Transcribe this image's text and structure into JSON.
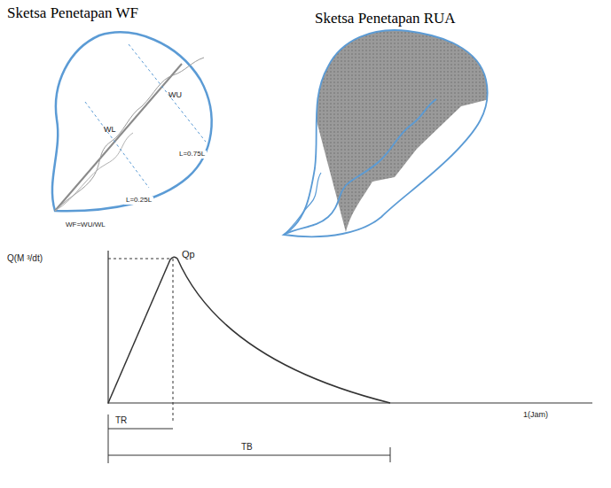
{
  "diagram": {
    "labels": [
      "Sketsa Penetapan WF",
      "Sketsa Penetapan RUA",
      "WU",
      "WL",
      "L=0.75L",
      "L=0.25L",
      "WF=WU/WL",
      "Q(M ³/dt)",
      "Qp",
      "TR",
      "TB",
      "1(Jam)"
    ]
  }
}
